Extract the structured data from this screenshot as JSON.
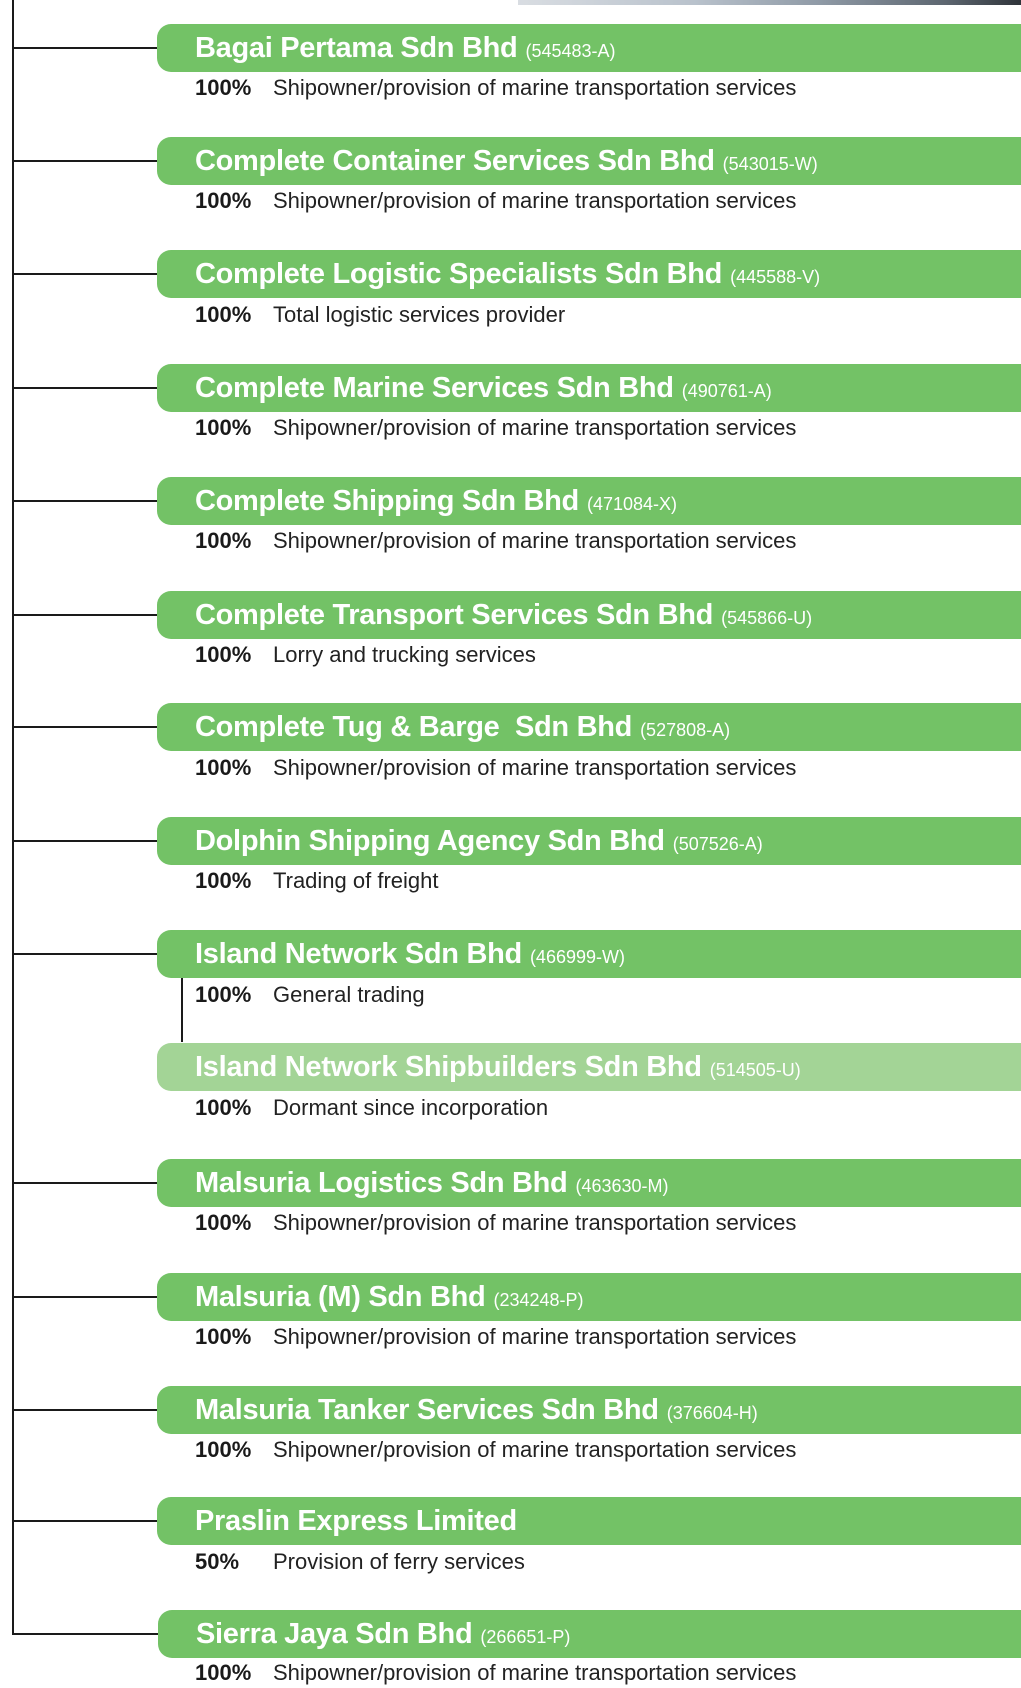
{
  "companies": [
    {
      "name": "Bagai Pertama Sdn Bhd",
      "reg": "(545483-A)",
      "pct": "100%",
      "activity": "Shipowner/provision of marine transportation services"
    },
    {
      "name": "Complete Container Services Sdn Bhd",
      "reg": "(543015-W)",
      "pct": "100%",
      "activity": "Shipowner/provision of marine transportation services"
    },
    {
      "name": "Complete Logistic Specialists Sdn Bhd",
      "reg": "(445588-V)",
      "pct": "100%",
      "activity": "Total logistic services provider"
    },
    {
      "name": "Complete Marine Services Sdn Bhd",
      "reg": "(490761-A)",
      "pct": "100%",
      "activity": "Shipowner/provision of marine transportation services"
    },
    {
      "name": "Complete Shipping Sdn Bhd",
      "reg": "(471084-X)",
      "pct": "100%",
      "activity": "Shipowner/provision of marine transportation services"
    },
    {
      "name": "Complete Transport Services Sdn Bhd",
      "reg": "(545866-U)",
      "pct": "100%",
      "activity": "Lorry and trucking services"
    },
    {
      "name": "Complete Tug & Barge  Sdn Bhd",
      "reg": "(527808-A)",
      "pct": "100%",
      "activity": "Shipowner/provision of marine transportation services"
    },
    {
      "name": "Dolphin Shipping Agency Sdn Bhd",
      "reg": "(507526-A)",
      "pct": "100%",
      "activity": "Trading of freight"
    },
    {
      "name": "Island Network Sdn Bhd",
      "reg": "(466999-W)",
      "pct": "100%",
      "activity": "General trading"
    },
    {
      "name": "Island Network Shipbuilders Sdn Bhd",
      "reg": "(514505-U)",
      "pct": "100%",
      "activity": "Dormant since incorporation"
    },
    {
      "name": "Malsuria Logistics Sdn Bhd",
      "reg": "(463630-M)",
      "pct": "100%",
      "activity": "Shipowner/provision of marine transportation services"
    },
    {
      "name": "Malsuria (M) Sdn Bhd",
      "reg": "(234248-P)",
      "pct": "100%",
      "activity": "Shipowner/provision of marine transportation services"
    },
    {
      "name": "Malsuria Tanker Services Sdn Bhd",
      "reg": "(376604-H)",
      "pct": "100%",
      "activity": "Shipowner/provision of marine transportation services"
    },
    {
      "name": "Praslin Express Limited",
      "reg": "",
      "pct": "50%",
      "activity": "Provision of ferry services"
    },
    {
      "name": "Sierra Jaya Sdn Bhd",
      "reg": "(266651-P)",
      "pct": "100%",
      "activity": "Shipowner/provision of marine transportation services"
    }
  ],
  "colors": {
    "bar_green": "#73c266",
    "bar_green_light": "#a3d496",
    "connector": "#1a1a1a"
  }
}
